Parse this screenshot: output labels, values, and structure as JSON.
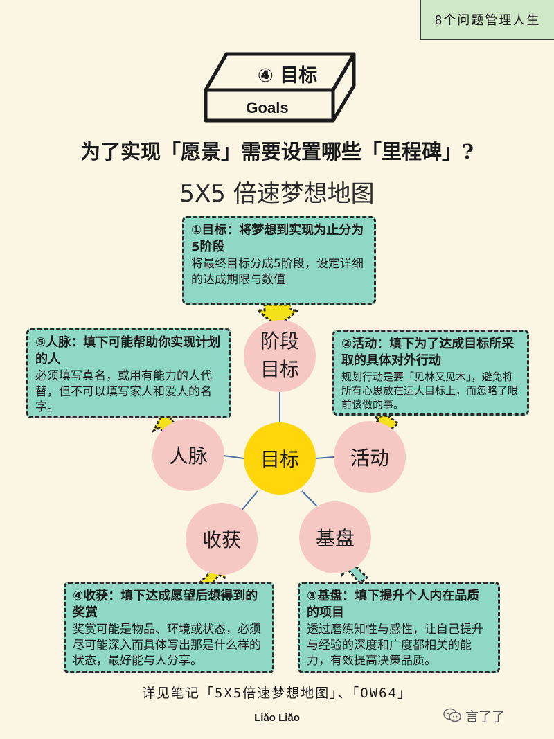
{
  "tag": "8个问题管理人生",
  "header": {
    "title": "④ 目标",
    "subtitle": "Goals"
  },
  "question": "为了实现「愿景」需要设置哪些「里程碑」?",
  "map_title": "5X5 倍速梦想地图",
  "circles": {
    "center": "目标",
    "top_line1": "阶段",
    "top_line2": "目标",
    "left": "人脉",
    "right": "活动",
    "bottom_left": "收获",
    "bottom_right": "基盘"
  },
  "cards": {
    "goal": {
      "title": "①目标：将梦想到实现为止分为5阶段",
      "body": "将最终目标分成5阶段，设定详细的达成期限与数值"
    },
    "activity": {
      "title": "②活动：填下为了达成目标所采取的具体对外行动",
      "body": "规划行动是要「见林又见木」，避免将所有心思放在远大目标上，而忽略了眼前该做的事。"
    },
    "foundation": {
      "title": "③基盘：填下提升个人内在品质的项目",
      "body": "透过磨练知性与感性，让自己提升与经验的深度和广度都相关的能力，有效提高决策品质。"
    },
    "harvest": {
      "title": "④收获：填下达成愿望后想得到的奖赏",
      "body": "奖赏可能是物品、环境或状态，必须尽可能深入而具体写出那是什么样的状态，最好能与人分享。"
    },
    "network": {
      "title": "⑤人脉：填下可能帮助你实现计划的人",
      "body": "必须填写真名，或用有能力的人代替，但不可以填写家人和爱人的名字。"
    }
  },
  "footer": "详见笔记「5X5倍速梦想地图」、「OW64」",
  "logo": "Liǎo Liǎo",
  "wechat": "言了了",
  "colors": {
    "background": "#fbf5e4",
    "card": "#8fd8c6",
    "circle": "#f6c8c4",
    "center": "#ffd60a",
    "arrow": "#f3e21a",
    "tag": "#cfe8c8"
  }
}
